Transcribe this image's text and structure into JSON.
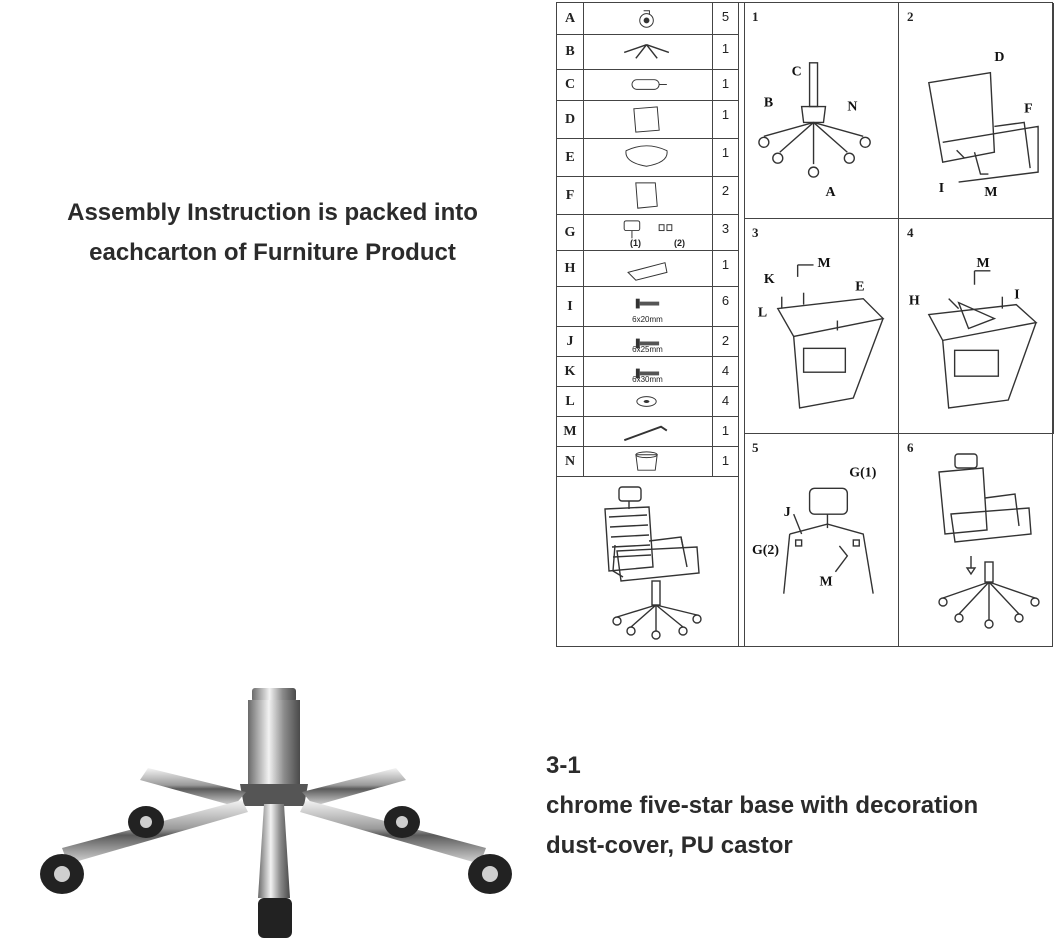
{
  "heading": {
    "line1": "Assembly Instruction is packed into",
    "line2": "eachcarton of Furniture Product"
  },
  "parts": [
    {
      "letter": "A",
      "count": "5",
      "icon": "castor-icon"
    },
    {
      "letter": "B",
      "count": "1",
      "icon": "star-base-icon"
    },
    {
      "letter": "C",
      "count": "1",
      "icon": "gas-lift-icon"
    },
    {
      "letter": "D",
      "count": "1",
      "icon": "backrest-icon"
    },
    {
      "letter": "E",
      "count": "1",
      "icon": "seat-cushion-icon"
    },
    {
      "letter": "F",
      "count": "2",
      "icon": "armrest-icon"
    },
    {
      "letter": "G",
      "count": "3",
      "icon": "headrest-icon",
      "sub1": "(1)",
      "sub2": "(2)"
    },
    {
      "letter": "H",
      "count": "1",
      "icon": "mechanism-icon"
    },
    {
      "letter": "I",
      "count": "6",
      "icon": "bolt-icon",
      "size": "6x20mm"
    },
    {
      "letter": "J",
      "count": "2",
      "icon": "bolt-icon",
      "size": "6x25mm"
    },
    {
      "letter": "K",
      "count": "4",
      "icon": "bolt-icon",
      "size": "6x30mm"
    },
    {
      "letter": "L",
      "count": "4",
      "icon": "washer-icon"
    },
    {
      "letter": "M",
      "count": "1",
      "icon": "allen-key-icon"
    },
    {
      "letter": "N",
      "count": "1",
      "icon": "dust-cover-icon"
    }
  ],
  "steps": [
    {
      "number": "1",
      "labels": {
        "c": "C",
        "b": "B",
        "n": "N",
        "a": "A"
      }
    },
    {
      "number": "2",
      "labels": {
        "d": "D",
        "f": "F",
        "i": "I",
        "m": "M"
      }
    },
    {
      "number": "3",
      "labels": {
        "k": "K",
        "m": "M",
        "e": "E",
        "l": "L"
      }
    },
    {
      "number": "4",
      "labels": {
        "m": "M",
        "h": "H",
        "i": "I"
      }
    },
    {
      "number": "5",
      "labels": {
        "g1": "G(1)",
        "j": "J",
        "g2": "G(2)",
        "m": "M"
      }
    },
    {
      "number": "6",
      "labels": {}
    }
  ],
  "caption": {
    "code": "3-1",
    "line1": "chrome five-star base with decoration",
    "line2": "dust-cover, PU castor"
  }
}
